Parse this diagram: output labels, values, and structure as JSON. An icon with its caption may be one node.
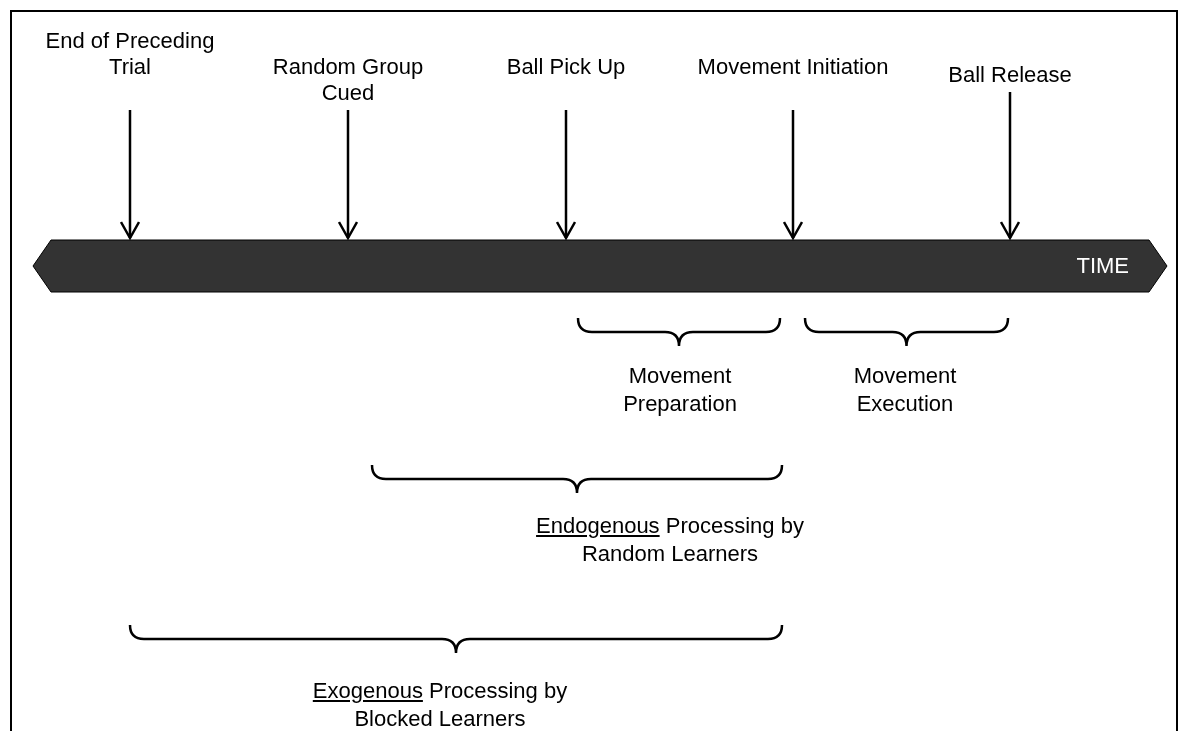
{
  "diagram": {
    "nodes": [
      {
        "text": [
          "End of Preceding Trial"
        ]
      },
      {
        "text": [
          "Random Group Cued"
        ]
      },
      {
        "text": [
          "Ball Pick Up"
        ]
      },
      {
        "text": [
          "Movement Initiation"
        ]
      },
      {
        "text": [
          "Ball Release"
        ]
      },
      {
        "text": [
          "TIME"
        ]
      }
    ],
    "edges": [
      {
        "from": 0,
        "to": 5,
        "arrow": "to"
      },
      {
        "from": 1,
        "to": 5,
        "arrow": "to"
      },
      {
        "from": 2,
        "to": 5,
        "arrow": "to"
      },
      {
        "from": 3,
        "to": 5,
        "arrow": "to"
      },
      {
        "from": 4,
        "to": 5,
        "arrow": "to"
      }
    ],
    "labels": [
      "Movement Preparation",
      "Movement Execution",
      "Endogenous Processing by Random Learners",
      "Exogenous Processing by Blocked Learners"
    ]
  }
}
